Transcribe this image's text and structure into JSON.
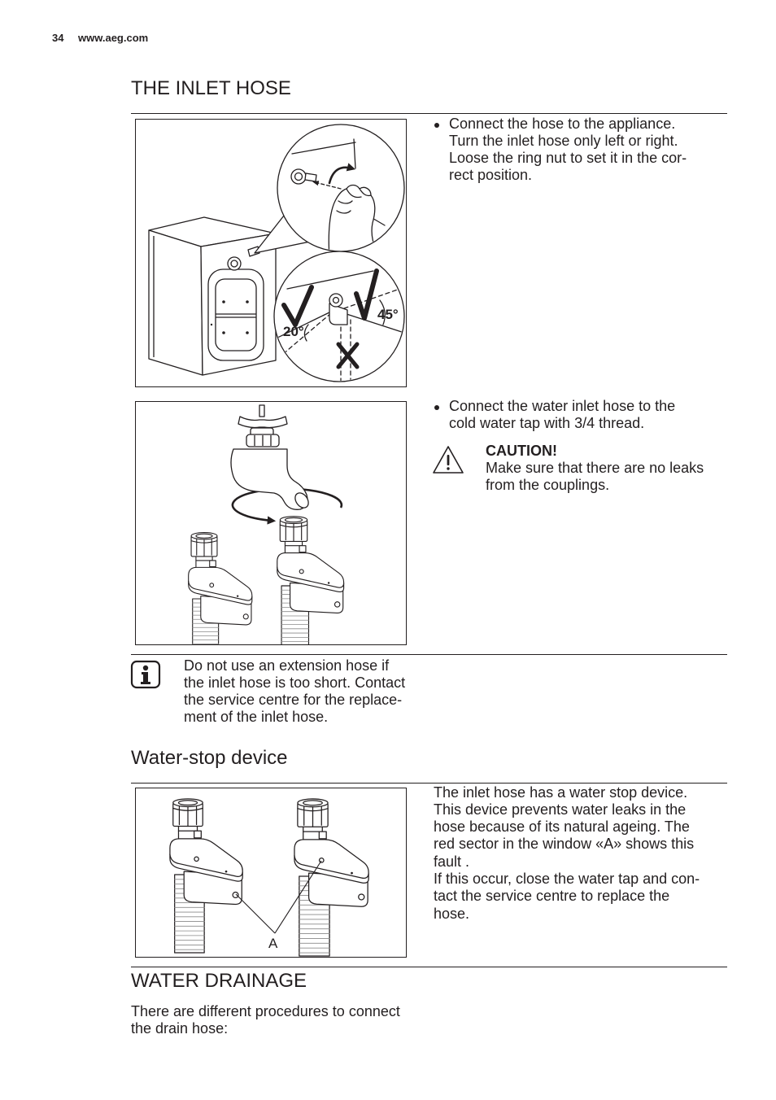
{
  "page": {
    "text_color": "#231f20",
    "rule_color": "#231f20"
  },
  "header": {
    "page_number": "34",
    "website": "www.aeg.com"
  },
  "inlet_hose": {
    "title": "THE INLET HOSE",
    "figure_connection": {
      "angle_left_label": "20°",
      "angle_right_label": "45°"
    },
    "step_connect_appliance": {
      "lines": [
        "Connect the hose to the appliance.",
        "Turn the inlet hose only left or right.",
        "Loose the ring nut to set it in the cor-",
        "rect position."
      ]
    },
    "step_connect_tap": {
      "lines": [
        "Connect the water inlet hose to the",
        "cold water tap with 3/4 thread."
      ]
    },
    "caution": {
      "icon": "warning-triangle-icon",
      "title": "CAUTION!",
      "lines": [
        "Make sure that there are no leaks",
        "from the couplings."
      ]
    },
    "info_note": {
      "icon": "info-icon",
      "lines": [
        "Do not use an extension hose if",
        "the inlet hose is too short. Contact",
        "the service centre for the replace-",
        "ment of the inlet hose."
      ]
    }
  },
  "water_stop": {
    "title": "Water-stop device",
    "figure_label": "A",
    "lines": [
      "The inlet hose has a water stop device.",
      "This device prevents water leaks in the",
      "hose because of its natural ageing. The",
      "red sector in the window «A» shows this",
      "fault .",
      "If this occur, close the water tap and con-",
      "tact the service centre to replace the",
      "hose."
    ]
  },
  "water_drainage": {
    "title": "WATER DRAINAGE",
    "lines": [
      "There are different procedures to connect",
      "the drain hose:"
    ]
  }
}
